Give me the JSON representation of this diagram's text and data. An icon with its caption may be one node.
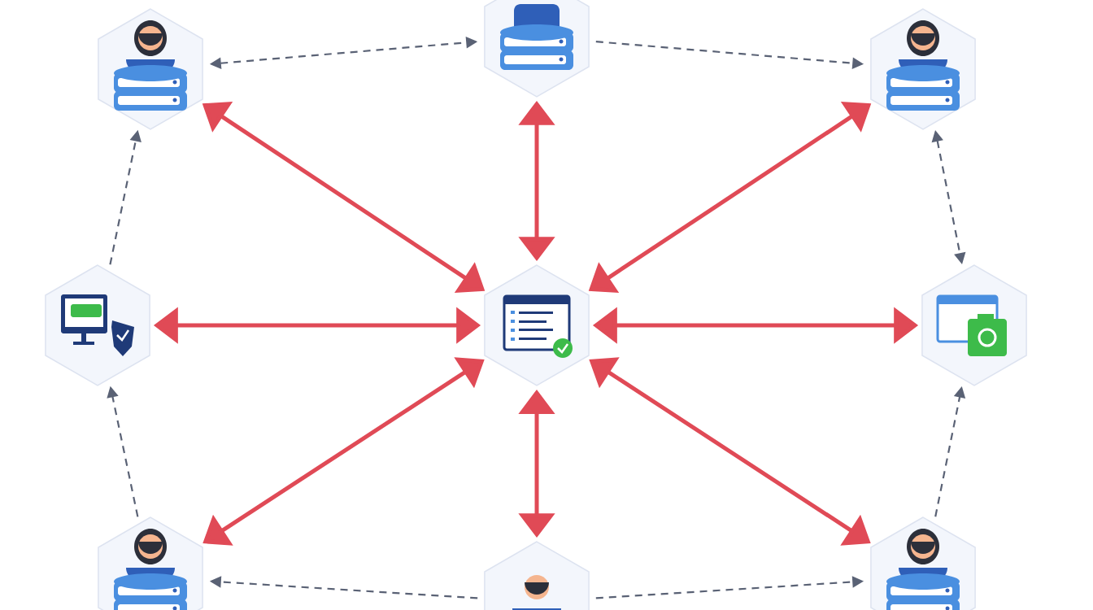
{
  "diagram": {
    "nodes": [
      {
        "text": [],
        "shape": "picture"
      },
      {
        "text": [],
        "shape": "picture"
      },
      {
        "text": [],
        "shape": "picture"
      },
      {
        "text": [],
        "shape": "picture"
      },
      {
        "text": [],
        "shape": "picture"
      },
      {
        "text": [],
        "shape": "picture"
      },
      {
        "text": [],
        "shape": "picture"
      },
      {
        "text": [],
        "shape": "picture"
      },
      {
        "text": [],
        "shape": "picture"
      }
    ],
    "edges": [
      {
        "from": 4,
        "to": 0,
        "arrow": "both",
        "style": "thick",
        "color": "#e04a56"
      },
      {
        "from": 4,
        "to": 1,
        "arrow": "both",
        "style": "thick",
        "color": "#e04a56"
      },
      {
        "from": 4,
        "to": 2,
        "arrow": "both",
        "style": "thick",
        "color": "#e04a56"
      },
      {
        "from": 4,
        "to": 3,
        "arrow": "both",
        "style": "thick",
        "color": "#e04a56"
      },
      {
        "from": 4,
        "to": 5,
        "arrow": "both",
        "style": "thick",
        "color": "#e04a56"
      },
      {
        "from": 4,
        "to": 6,
        "arrow": "both",
        "style": "thick",
        "color": "#e04a56"
      },
      {
        "from": 4,
        "to": 7,
        "arrow": "both",
        "style": "thick",
        "color": "#e04a56"
      },
      {
        "from": 4,
        "to": 8,
        "arrow": "both",
        "style": "thick",
        "color": "#e04a56"
      },
      {
        "from": 0,
        "to": 1,
        "arrow": "both",
        "style": "dashed",
        "color": "#5a6275"
      },
      {
        "from": 1,
        "to": 2,
        "arrow": "to",
        "style": "dashed",
        "color": "#5a6275"
      },
      {
        "from": 3,
        "to": 0,
        "arrow": "to",
        "style": "dashed",
        "color": "#5a6275"
      },
      {
        "from": 2,
        "to": 5,
        "arrow": "both",
        "style": "dashed",
        "color": "#5a6275"
      },
      {
        "from": 6,
        "to": 3,
        "arrow": "to",
        "style": "dashed",
        "color": "#5a6275"
      },
      {
        "from": 8,
        "to": 5,
        "arrow": "to",
        "style": "dashed",
        "color": "#5a6275"
      },
      {
        "from": 7,
        "to": 6,
        "arrow": "to",
        "style": "dashed",
        "color": "#5a6275"
      },
      {
        "from": 7,
        "to": 8,
        "arrow": "to",
        "style": "dashed",
        "color": "#5a6275"
      }
    ]
  }
}
